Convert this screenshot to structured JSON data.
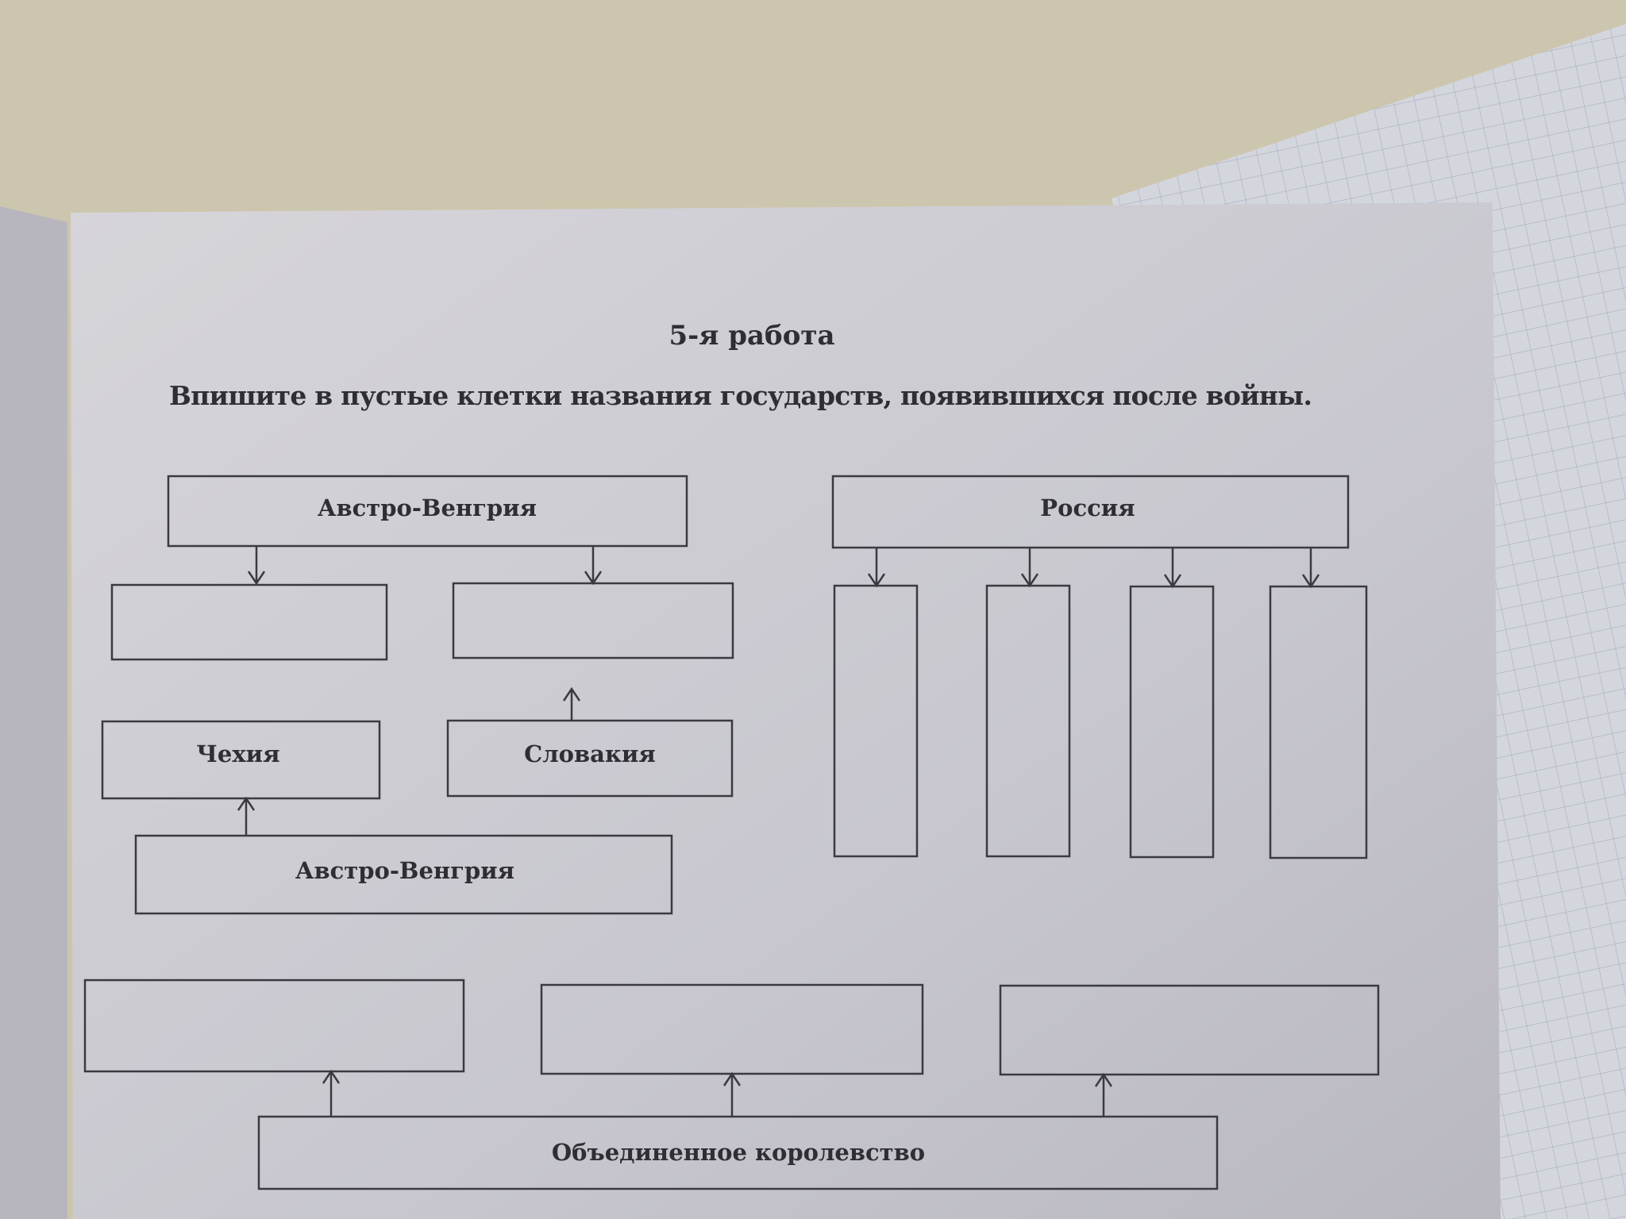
{
  "worksheet": {
    "title": "5-я работа",
    "instruction": "Впишите в пустые клетки названия государств, появившихся после войны."
  },
  "diagram": {
    "austria_hungary_top": "Австро-Венгрия",
    "russia": "Россия",
    "czechia": "Чехия",
    "slovakia": "Словакия",
    "austria_hungary_bottom": "Австро-Венгрия",
    "united_kingdom": "Объединенное королевство"
  }
}
